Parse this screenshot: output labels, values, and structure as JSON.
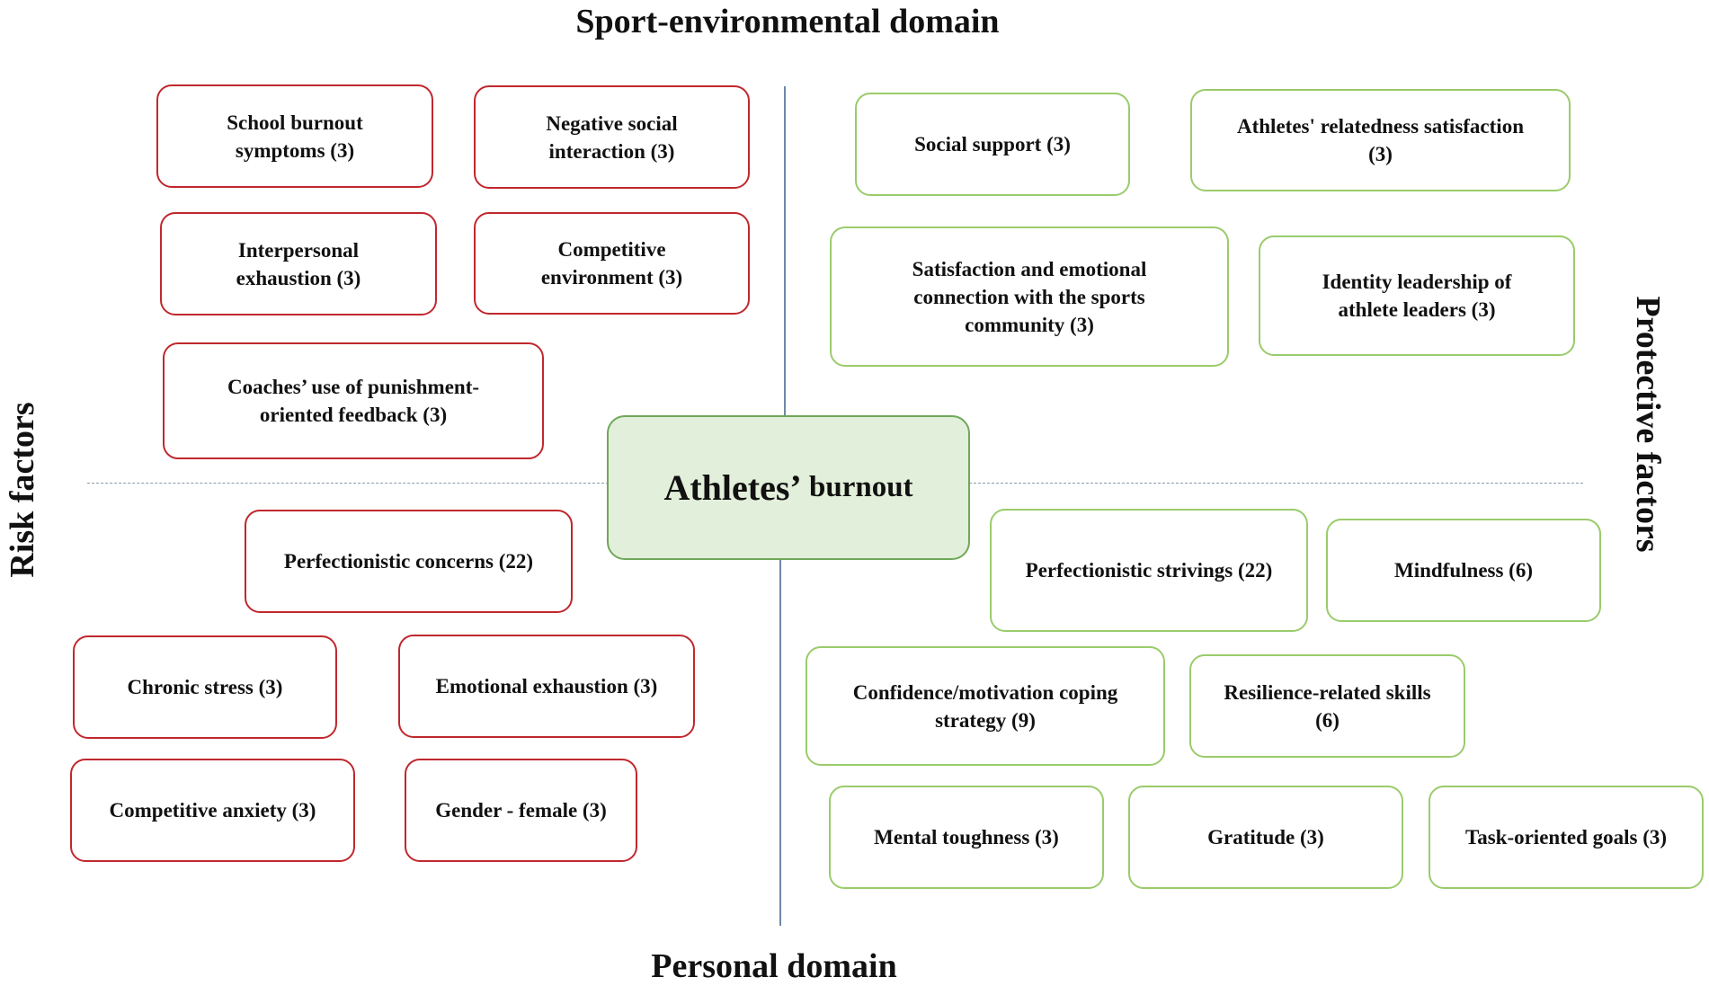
{
  "labels": {
    "top": "Sport-environmental domain",
    "bottom": "Personal domain",
    "left": "Risk factors",
    "right": "Protective factors"
  },
  "center": {
    "title_main": "Athletes’",
    "title_rest": " burnout"
  },
  "risk_environmental": [
    {
      "text": "School burnout symptoms (3)"
    },
    {
      "text": "Negative social interaction (3)"
    },
    {
      "text": "Interpersonal exhaustion (3)"
    },
    {
      "text": "Competitive environment (3)"
    },
    {
      "text": "Coaches’ use of punishment-oriented feedback (3)"
    }
  ],
  "protective_environmental": [
    {
      "text": "Social support (3)"
    },
    {
      "text": "Athletes' relatedness satisfaction (3)"
    },
    {
      "text": "Satisfaction and emotional connection with the sports community (3)"
    },
    {
      "text": "Identity leadership of athlete leaders (3)"
    }
  ],
  "risk_personal": [
    {
      "text": "Perfectionistic concerns (22)"
    },
    {
      "text": "Chronic stress (3)"
    },
    {
      "text": "Emotional exhaustion (3)"
    },
    {
      "text": "Competitive anxiety (3)"
    },
    {
      "text": "Gender - female (3)"
    }
  ],
  "protective_personal": [
    {
      "text": "Perfectionistic strivings (22)"
    },
    {
      "text": "Mindfulness (6)"
    },
    {
      "text": "Confidence/motivation coping strategy (9)"
    },
    {
      "text": "Resilience-related skills (6)"
    },
    {
      "text": "Mental toughness (3)"
    },
    {
      "text": "Gratitude (3)"
    },
    {
      "text": "Task-oriented goals (3)"
    }
  ],
  "colors": {
    "risk_border": "#c0282d",
    "protective_border": "#9acb6b",
    "center_fill": "#e2efda",
    "center_border": "#6fa85a"
  }
}
